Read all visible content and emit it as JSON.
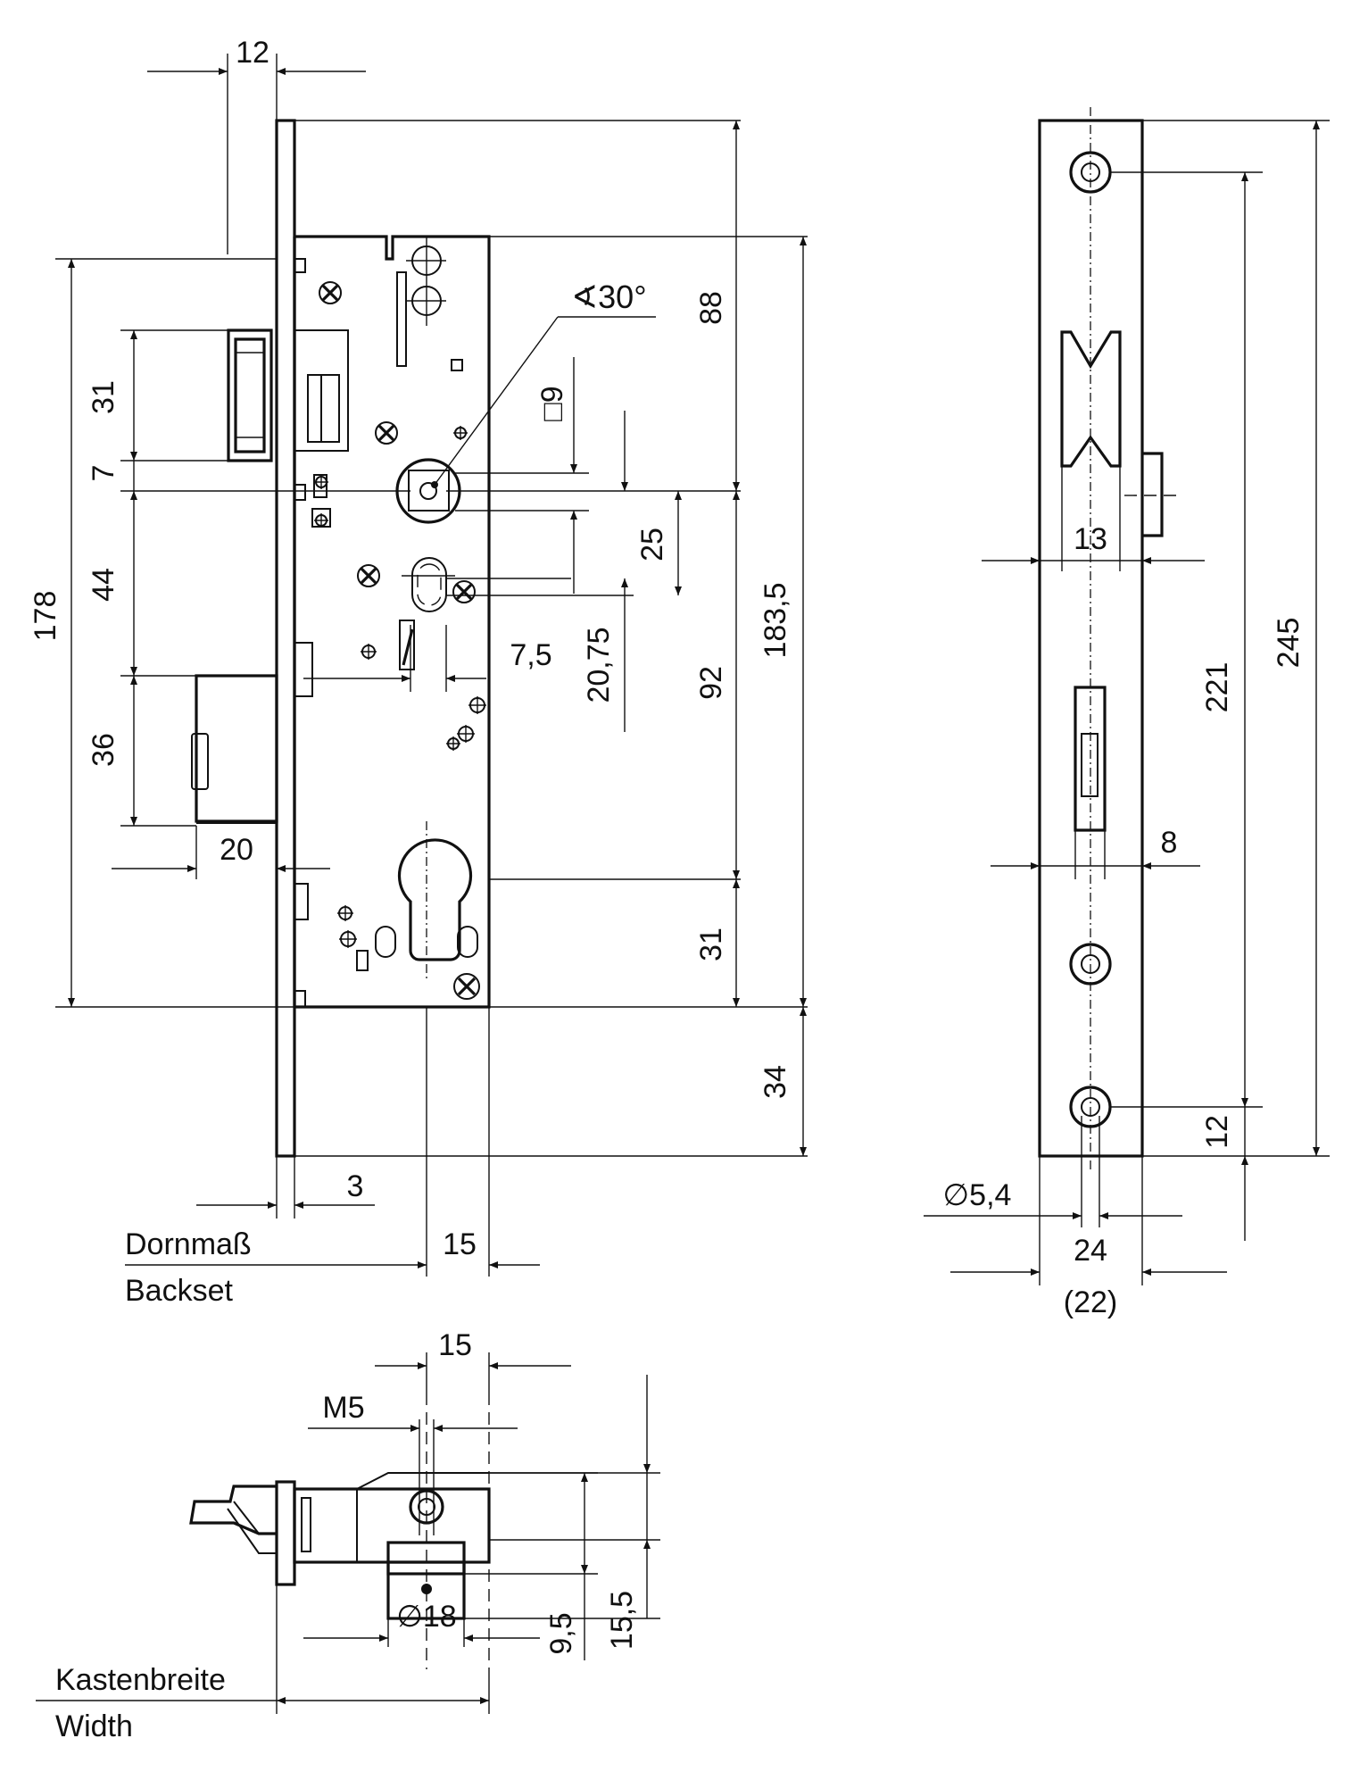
{
  "colors": {
    "ink": "#111111",
    "background": "#ffffff"
  },
  "front_view": {
    "dim_12_top": "12",
    "dim_178": "178",
    "dim_31_latch": "31",
    "dim_7": "7",
    "dim_44": "44",
    "dim_36": "36",
    "dim_20": "20",
    "dim_3": "3",
    "dim_15": "15",
    "backset_de": "Dornmaß",
    "backset_en": "Backset",
    "angle": "∢30°",
    "square_9": "□9",
    "dim_25": "25",
    "dim_20_75": "20,75",
    "dim_7_5": "7,5",
    "dim_88": "88",
    "dim_92": "92",
    "dim_31_cyl": "31",
    "dim_183_5": "183,5",
    "dim_34": "34"
  },
  "side_view": {
    "dim_13": "13",
    "dim_8": "8",
    "dim_221": "221",
    "dim_245": "245",
    "dim_12": "12",
    "dim_dia_5_4": "∅5,4",
    "dim_24": "24",
    "dim_22": "(22)"
  },
  "top_view": {
    "dim_15": "15",
    "thread": "M5",
    "dim_dia_18": "∅18",
    "dim_9_5": "9,5",
    "dim_15_5": "15,5",
    "width_de": "Kastenbreite",
    "width_en": "Width"
  },
  "icons": [
    "screw-cross-icon",
    "screw-hole-icon",
    "arrow-head-icon"
  ]
}
